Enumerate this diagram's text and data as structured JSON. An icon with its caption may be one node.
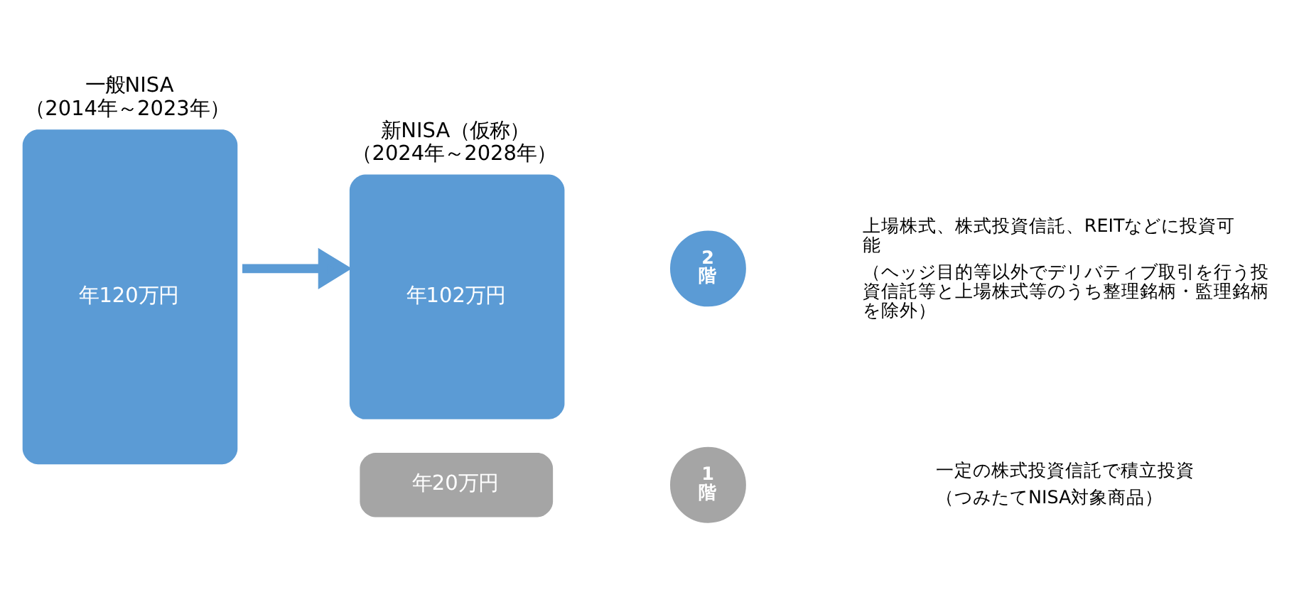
{
  "diagram": {
    "nodes": [
      {
        "text": [
          "一般NISA（2014年～2023年）",
          "年120万円"
        ]
      },
      {
        "text": [
          "新NISA（仮称）（2024年～2028年）",
          "年102万円"
        ]
      },
      {
        "text": [
          "年20万円"
        ]
      },
      {
        "text": [
          "2階"
        ],
        "beside": [
          "上場株式、株式投資信託、REITなどに投資可能",
          "（ヘッジ目的等以外でデリバティブ取引を行う投資信託等と上場株式等のうち整理銘柄・監理銘柄を除外）"
        ]
      },
      {
        "text": [
          "1階"
        ],
        "beside": [
          "一定の株式投資信託で積立投資",
          "（つみたてNISA対象商品）"
        ]
      }
    ],
    "edges": [
      {
        "from": 0,
        "to": 1,
        "arrow": "to"
      }
    ]
  }
}
